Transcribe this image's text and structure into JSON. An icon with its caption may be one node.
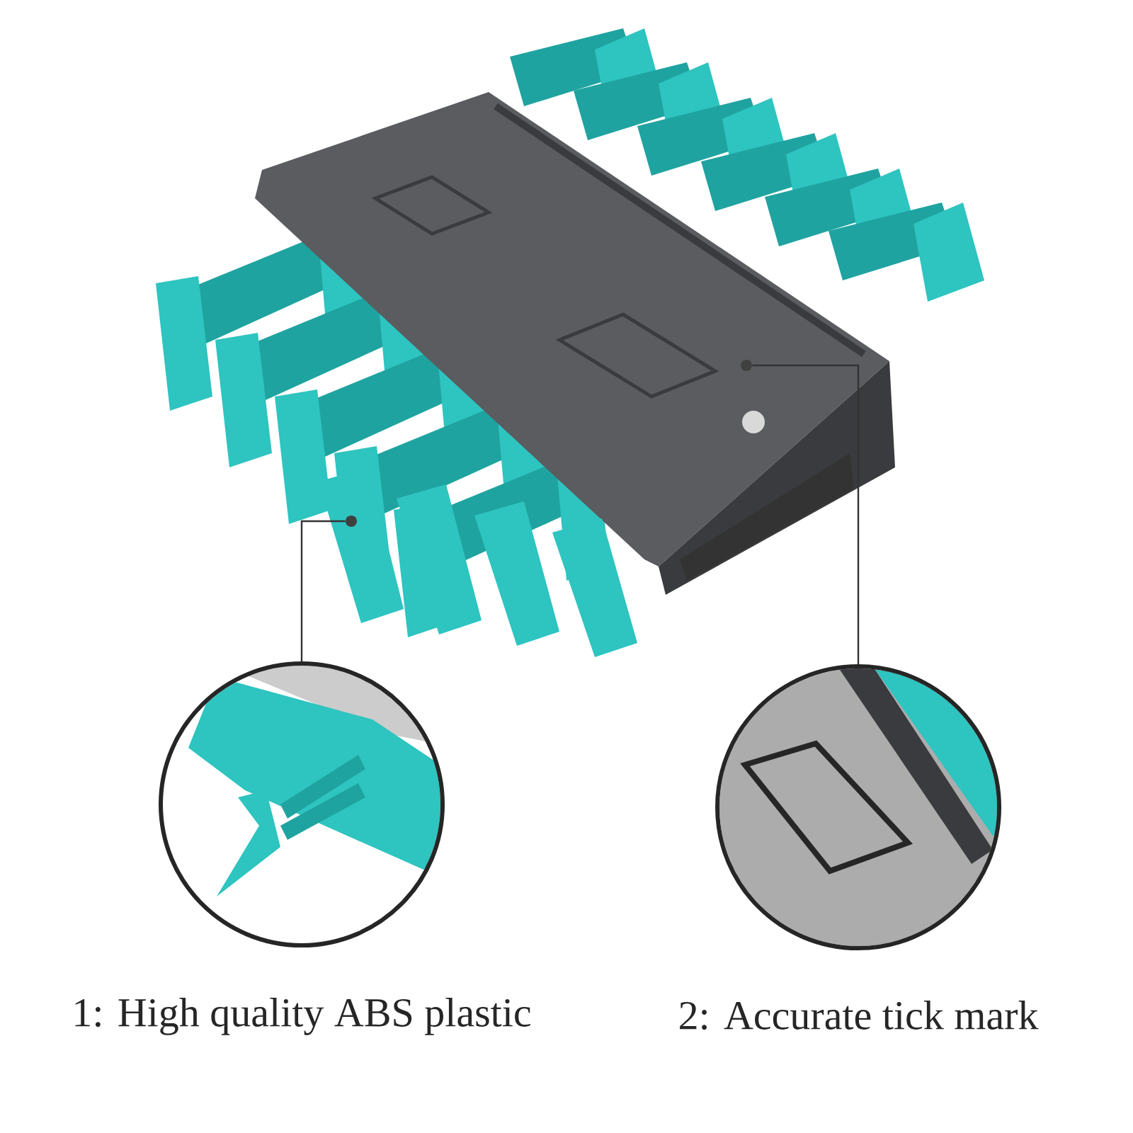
{
  "diagram": {
    "nodes": [
      {
        "text": [],
        "shape": "picture"
      },
      {
        "text": [],
        "shape": "circle",
        "in": 0
      },
      {
        "text": [],
        "shape": "circle",
        "in": 0
      },
      {
        "text": [],
        "shape": "picture"
      },
      {
        "text": [],
        "shape": "picture"
      }
    ],
    "labels": [
      "1: High quality ABS plastic",
      "2: Accurate tick mark"
    ],
    "edges": [
      {
        "from": 3,
        "to": 1,
        "arrow": "none"
      },
      {
        "from": 4,
        "to": 2,
        "arrow": "none"
      }
    ]
  }
}
